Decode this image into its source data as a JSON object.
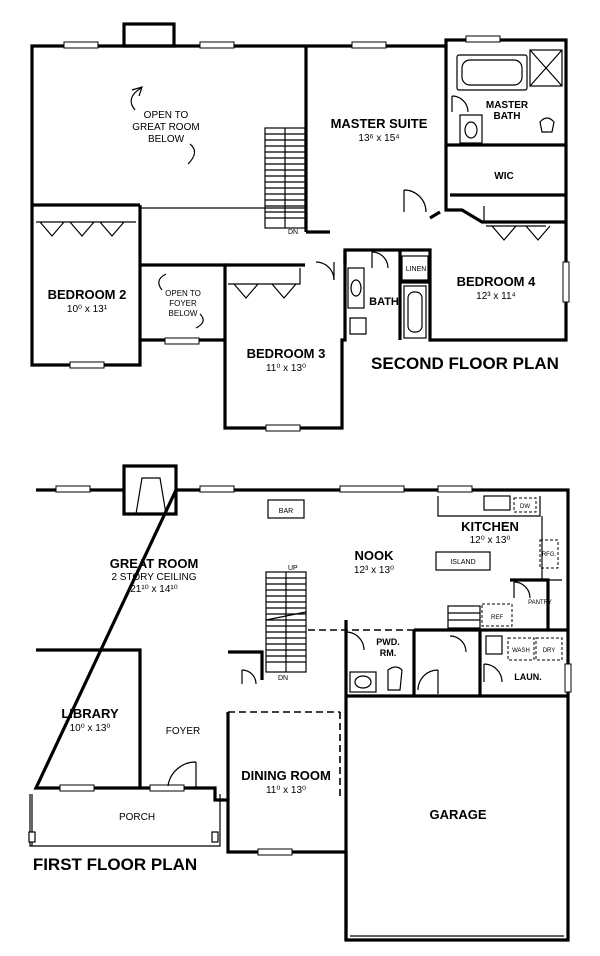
{
  "plans": {
    "second_floor_title": "SECOND FLOOR PLAN",
    "first_floor_title": "FIRST FLOOR PLAN"
  },
  "second_floor": {
    "open_great_room": [
      "OPEN TO",
      "GREAT ROOM",
      "BELOW"
    ],
    "master_suite": {
      "name": "MASTER SUITE",
      "size": "13⁶ x 15⁴"
    },
    "master_bath": [
      "MASTER",
      "BATH"
    ],
    "wic": "WIC",
    "bedroom2": {
      "name": "BEDROOM 2",
      "size": "10⁰ x 13¹"
    },
    "open_foyer": [
      "OPEN TO",
      "FOYER",
      "BELOW"
    ],
    "bedroom3": {
      "name": "BEDROOM 3",
      "size": "11⁰ x 13⁰"
    },
    "bath": "BATH",
    "linen": "LINEN",
    "bedroom4": {
      "name": "BEDROOM 4",
      "size": "12³ x 11⁴"
    },
    "stair_dn": "DN"
  },
  "first_floor": {
    "great_room": {
      "name": "GREAT ROOM",
      "note": "2 STORY CEILING",
      "size": "21¹⁰ x 14¹⁰"
    },
    "bar": "BAR",
    "nook": {
      "name": "NOOK",
      "size": "12³ x 13⁰"
    },
    "kitchen": {
      "name": "KITCHEN",
      "size": "12⁰ x 13⁰"
    },
    "island": "ISLAND",
    "dw": "DW",
    "ref": "REF",
    "pantry": "PANTRY",
    "refrig_side": "RFG.",
    "pwd_rm": [
      "PWD.",
      "RM."
    ],
    "wash": "WASH",
    "dry": "DRY",
    "laun": "LAUN.",
    "library": {
      "name": "LIBRARY",
      "size": "10⁰ x 13⁰"
    },
    "foyer": "FOYER",
    "dining": {
      "name": "DINING ROOM",
      "size": "11⁰ x 13⁰"
    },
    "garage": "GARAGE",
    "porch": "PORCH",
    "stair_up": "UP",
    "stair_dn": "DN"
  }
}
